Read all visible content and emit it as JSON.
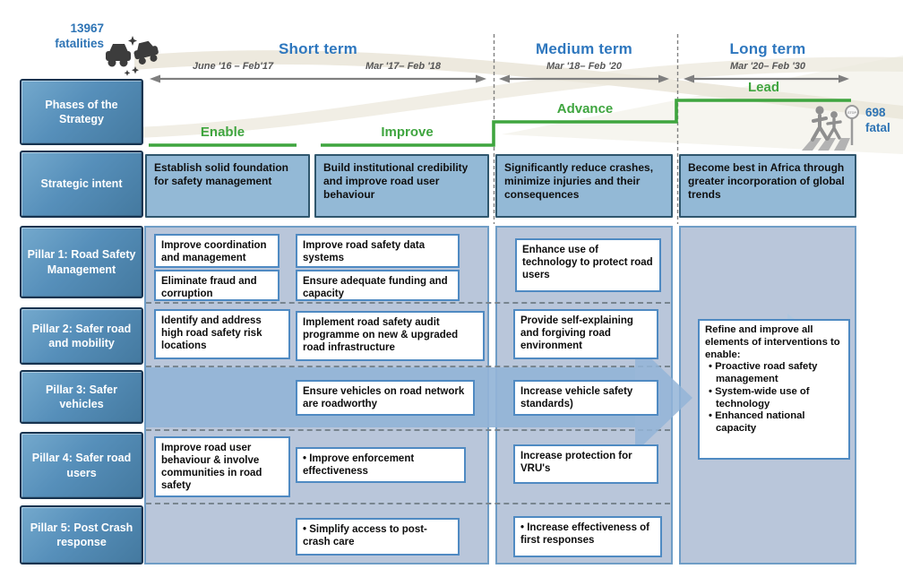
{
  "stats": {
    "crash": {
      "value": "13967",
      "label": "fatalities"
    },
    "target": {
      "value": "698",
      "label": "fatal"
    }
  },
  "timeline": {
    "terms": [
      {
        "label": "Short term"
      },
      {
        "label": "Medium term"
      },
      {
        "label": "Long term"
      }
    ],
    "dates": [
      "June '16 – Feb'17",
      "Mar '17– Feb '18",
      "Mar '18– Feb '20",
      "Mar '20– Feb '30"
    ]
  },
  "phases": {
    "enable": "Enable",
    "improve": "Improve",
    "advance": "Advance",
    "lead": "Lead"
  },
  "left_labels": {
    "phases": "Phases of the Strategy",
    "intent": "Strategic intent",
    "pillar1": "Pillar 1: Road Safety Management",
    "pillar2": "Pillar 2: Safer road and mobility",
    "pillar3": "Pillar 3: Safer vehicles",
    "pillar4": "Pillar 4: Safer road users",
    "pillar5": "Pillar 5: Post Crash response"
  },
  "strategic_intent": {
    "short_enable": "Establish solid foundation for safety management",
    "short_improve": "Build institutional credibility and improve road user behaviour",
    "medium": "Significantly reduce crashes, minimize injuries and their consequences",
    "long": "Become best in Africa through greater incorporation of global trends"
  },
  "actions": {
    "p1_enable_1": "Improve coordination and management",
    "p1_enable_2": "Eliminate fraud and corruption",
    "p1_improve_1": "Improve road safety data systems",
    "p1_improve_2": "Ensure adequate funding and capacity",
    "p1_medium": "Enhance use of technology to protect road users",
    "p2_enable": "Identify and address high road safety risk locations",
    "p2_improve": "Implement road safety audit programme on new & upgraded road infrastructure",
    "p2_medium": "Provide self-explaining and forgiving road environment",
    "p3_improve": "Ensure vehicles on road network are roadworthy",
    "p3_medium": "Increase vehicle safety standards)",
    "p4_enable": "Improve road user behaviour & involve communities in road safety",
    "p4_improve": "• Improve enforcement effectiveness",
    "p4_medium": "Increase protection for VRU's",
    "p5_improve": "• Simplify access to post-crash care",
    "p5_medium": "• Increase effectiveness of first responses"
  },
  "long_term": {
    "intro": "Refine and improve all elements of interventions to enable:",
    "bullets": [
      "• Proactive road safety management",
      "• System-wide use of technology",
      "• Enhanced national capacity"
    ]
  },
  "colors": {
    "accent_green": "#3fa53f",
    "header_blue": "#2e77be",
    "stat_blue": "#2e74b5",
    "label_box_blue": "#568fba",
    "panel_blue": "#b9c6da",
    "box_border_blue": "#4f8ac2",
    "band_blue": "#93b4d7",
    "arrow_gray": "#7f7f7f",
    "swoosh_beige": "#ece8dc"
  }
}
